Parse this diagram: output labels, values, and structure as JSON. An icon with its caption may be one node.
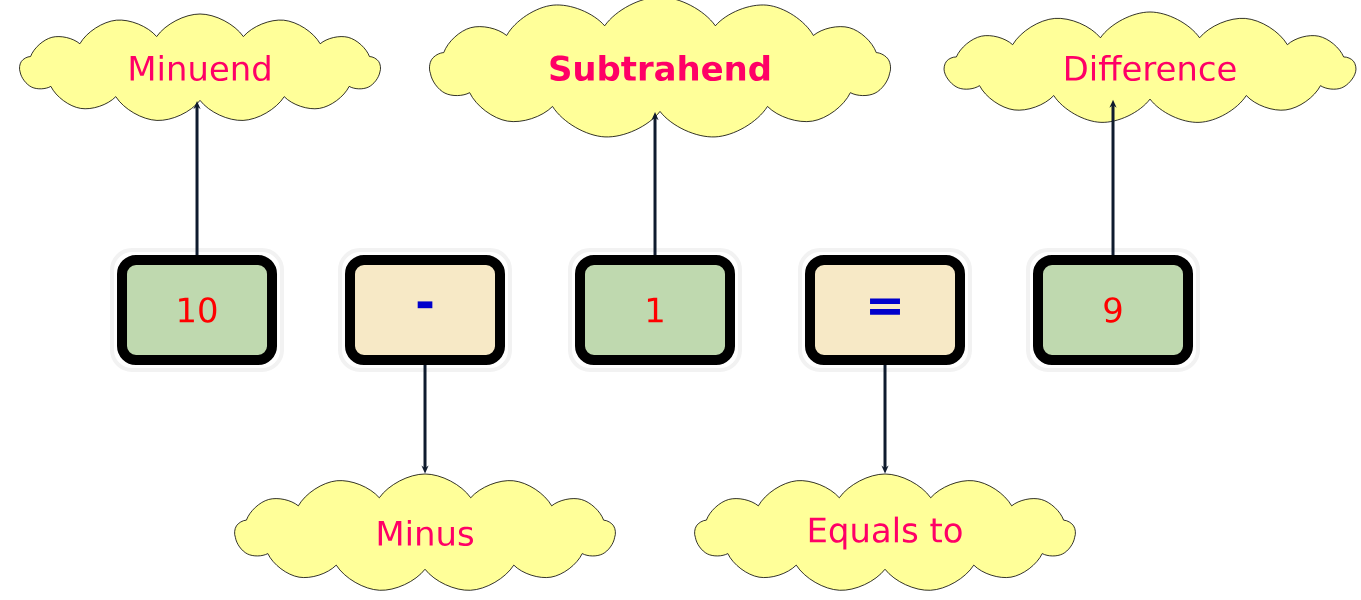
{
  "diagram": {
    "nodes": [
      {
        "text": [
          "Minuend"
        ]
      },
      {
        "text": [
          "Subtrahend"
        ]
      },
      {
        "text": [
          "Difference"
        ]
      },
      {
        "text": [
          "10"
        ]
      },
      {
        "text": [
          "-"
        ]
      },
      {
        "text": [
          "1"
        ]
      },
      {
        "text": [
          "="
        ]
      },
      {
        "text": [
          "9"
        ]
      },
      {
        "text": [
          "Minus"
        ]
      },
      {
        "text": [
          "Equals to"
        ]
      }
    ],
    "edges": [
      {
        "from": 3,
        "to": 0,
        "arrow": "to"
      },
      {
        "from": 5,
        "to": 1,
        "arrow": "to"
      },
      {
        "from": 7,
        "to": 2,
        "arrow": "to"
      },
      {
        "from": 4,
        "to": 8,
        "arrow": "to"
      },
      {
        "from": 6,
        "to": 9,
        "arrow": "to"
      }
    ]
  }
}
